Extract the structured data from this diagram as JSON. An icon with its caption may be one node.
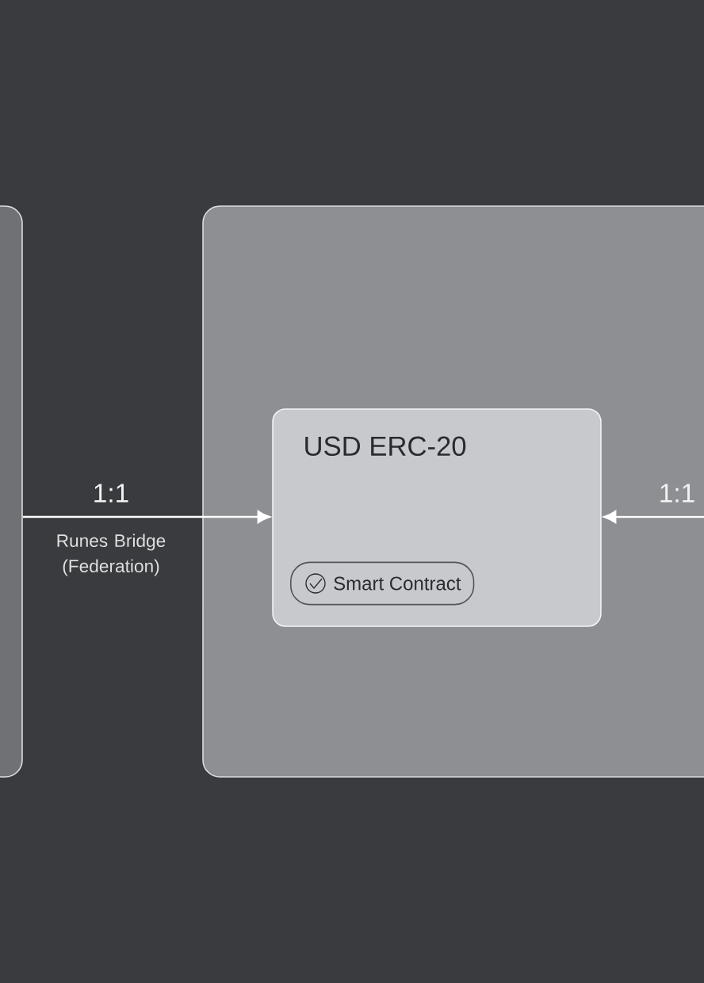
{
  "diagram": {
    "nodes": [
      {
        "text": [],
        "shape": "box"
      },
      {
        "text": [],
        "shape": "box"
      },
      {
        "text": [
          "USD ERC-20",
          "Smart Contract"
        ],
        "in": 1
      }
    ],
    "edges": [
      {
        "from": 0,
        "to": 2,
        "arrow": "to",
        "label": "1:1"
      },
      {
        "from": null,
        "to": 2,
        "arrow": "to",
        "label": "1:1"
      }
    ],
    "labels": [
      "Runes Bridge (Federation)"
    ]
  }
}
